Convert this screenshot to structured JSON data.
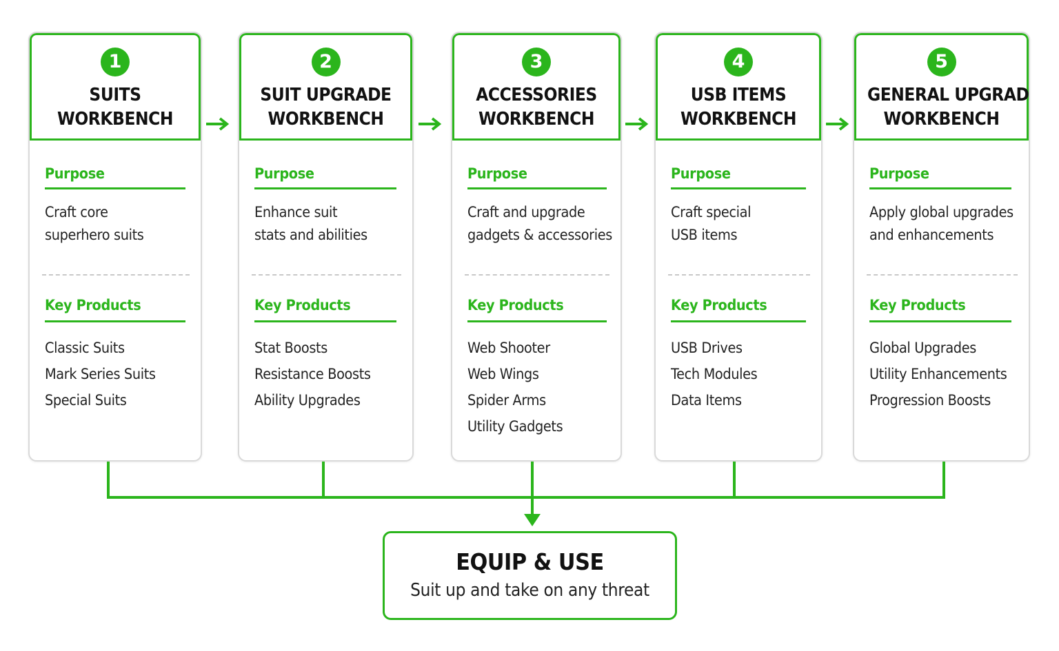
{
  "workbenches": [
    {
      "step": "1",
      "title_lines": [
        "SUITS",
        "WORKBENCH"
      ],
      "purpose_label": "Purpose",
      "purpose_lines": [
        "Craft core",
        "superhero suits"
      ],
      "products_label": "Key Products",
      "products": [
        "Classic Suits",
        "Mark Series Suits",
        "Special Suits"
      ]
    },
    {
      "step": "2",
      "title_lines": [
        "SUIT UPGRADE",
        "WORKBENCH"
      ],
      "purpose_label": "Purpose",
      "purpose_lines": [
        "Enhance suit",
        "stats and abilities"
      ],
      "products_label": "Key Products",
      "products": [
        "Stat Boosts",
        "Resistance Boosts",
        "Ability Upgrades"
      ]
    },
    {
      "step": "3",
      "title_lines": [
        "ACCESSORIES",
        "WORKBENCH"
      ],
      "purpose_label": "Purpose",
      "purpose_lines": [
        "Craft and upgrade",
        "gadgets & accessories"
      ],
      "products_label": "Key Products",
      "products": [
        "Web Shooter",
        "Web Wings",
        "Spider Arms",
        "Utility Gadgets"
      ]
    },
    {
      "step": "4",
      "title_lines": [
        "USB ITEMS",
        "WORKBENCH"
      ],
      "purpose_label": "Purpose",
      "purpose_lines": [
        "Craft special",
        "USB items"
      ],
      "products_label": "Key Products",
      "products": [
        "USB Drives",
        "Tech Modules",
        "Data Items"
      ]
    },
    {
      "step": "5",
      "title_lines": [
        "GENERAL UPGRADE",
        "WORKBENCH"
      ],
      "purpose_label": "Purpose",
      "purpose_lines": [
        "Apply global upgrades",
        "and enhancements"
      ],
      "products_label": "Key Products",
      "products": [
        "Global Upgrades",
        "Utility Enhancements",
        "Progression Boosts"
      ]
    }
  ],
  "outcome": {
    "title": "EQUIP & USE",
    "subtitle": "Suit up and take on any threat"
  },
  "colors": {
    "accent": "#2bb51c",
    "card_border": "#d9d9d9",
    "divider": "#c8c8c8",
    "text": "#222222",
    "title_text": "#111111"
  },
  "icons": {
    "flow_arrow": "arrow-right-icon",
    "merge_arrow": "arrow-down-icon"
  }
}
